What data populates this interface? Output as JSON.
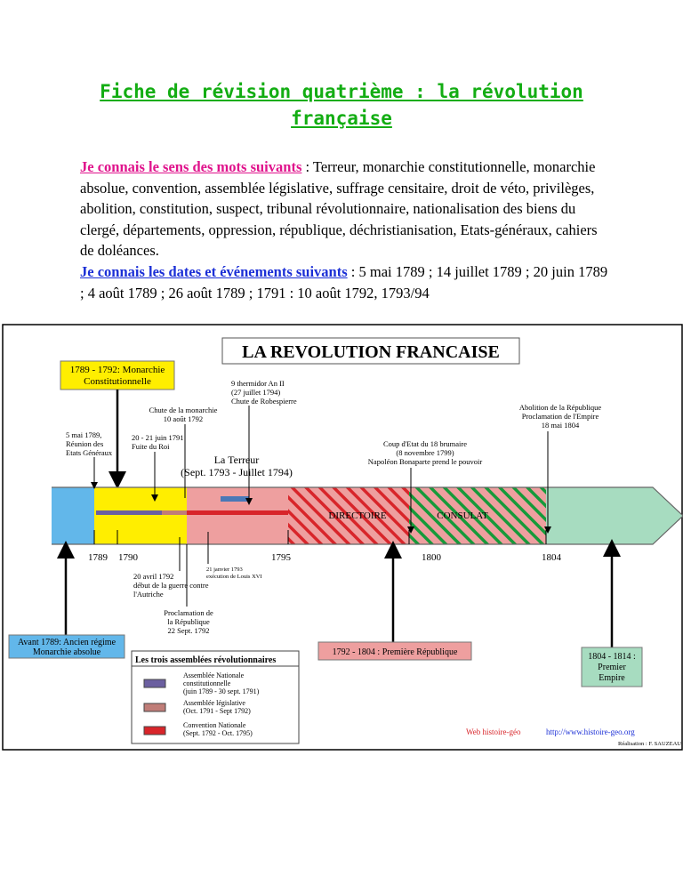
{
  "page": {
    "title_line1": "Fiche de révision quatrième : la révolution",
    "title_line2": "française"
  },
  "vocab": {
    "label": "Je connais le sens des mots suivants",
    "text": " : Terreur, monarchie constitutionnelle, monarchie absolue, convention, assemblée législative, suffrage censitaire, droit de véto, privilèges, abolition, constitution, suspect, tribunal révolutionnaire, nationalisation des biens du clergé, départements, oppression, république, déchristianisation, Etats-généraux, cahiers de doléances."
  },
  "dates": {
    "label": "Je connais les dates et événements suivants",
    "text": " : 5 mai 1789 ; 14 juillet 1789 ; 20 juin 1789 ; 4 août 1789 ; 26 août 1789 ; 1791 : 10 août 1792, 1793/94"
  },
  "timeline": {
    "title": "LA REVOLUTION FRANCAISE",
    "box_monarchie": [
      "1789 - 1792: Monarchie",
      "Constitutionnelle"
    ],
    "thermidor": [
      "9 thermidor An II",
      "(27 juillet 1794)",
      "Chute de Robespierre"
    ],
    "chute_monarchie": [
      "Chute de la monarchie",
      "10 août 1792"
    ],
    "abolition": [
      "Abolition de la République",
      "Proclamation de l'Empire",
      "18 mai 1804"
    ],
    "mai1789": [
      "5 mai 1789,",
      "Réunion des",
      "Etats Généraux"
    ],
    "juin1791": [
      "20 - 21 juin 1791",
      "Fuite du Roi"
    ],
    "brumaire": [
      "Coup d'Etat du 18 brumaire",
      "(8 novembre 1799)",
      "Napoléon Bonaparte prend le pouvoir"
    ],
    "terreur": [
      "La Terreur",
      "(Sept. 1793 - Juillet 1794)"
    ],
    "directoire": "DIRECTOIRE",
    "consulat": "CONSULAT",
    "years": [
      "1789",
      "1790",
      "1795",
      "1800",
      "1804"
    ],
    "janvier1793": [
      "21 janvier 1793",
      "exécution de Louis XVI"
    ],
    "avril1792": [
      "20 avril 1792",
      "début de la guerre contre",
      "l'Autriche"
    ],
    "proclamation": [
      "Proclamation de",
      "la République",
      "22 Sept. 1792"
    ],
    "ancien_regime": [
      "Avant 1789: Ancien régime",
      "Monarchie absolue"
    ],
    "premiere_republique": "1792 - 1804 : Première République",
    "empire": [
      "1804 - 1814 :",
      "Premier",
      "Empire"
    ],
    "legend_title": "Les trois assemblées révolutionnaires",
    "legend": [
      {
        "lines": [
          "Assemblée Nationale",
          "constitutionnelle",
          "(juin 1789 - 30 sept. 1791)"
        ],
        "color": "#6b5fa0"
      },
      {
        "lines": [
          "Assemblée législative",
          "(Oct. 1791 - Sept 1792)"
        ],
        "color": "#c07d78"
      },
      {
        "lines": [
          "Convention Nationale",
          "(Sept. 1792 - Oct. 1795)"
        ],
        "color": "#d8252a"
      }
    ],
    "credit_site_label": "Web histoire-géo",
    "credit_url": "http://www.histoire-geo.org",
    "credit_author": "Réalisation : F. SAUZEAU"
  }
}
